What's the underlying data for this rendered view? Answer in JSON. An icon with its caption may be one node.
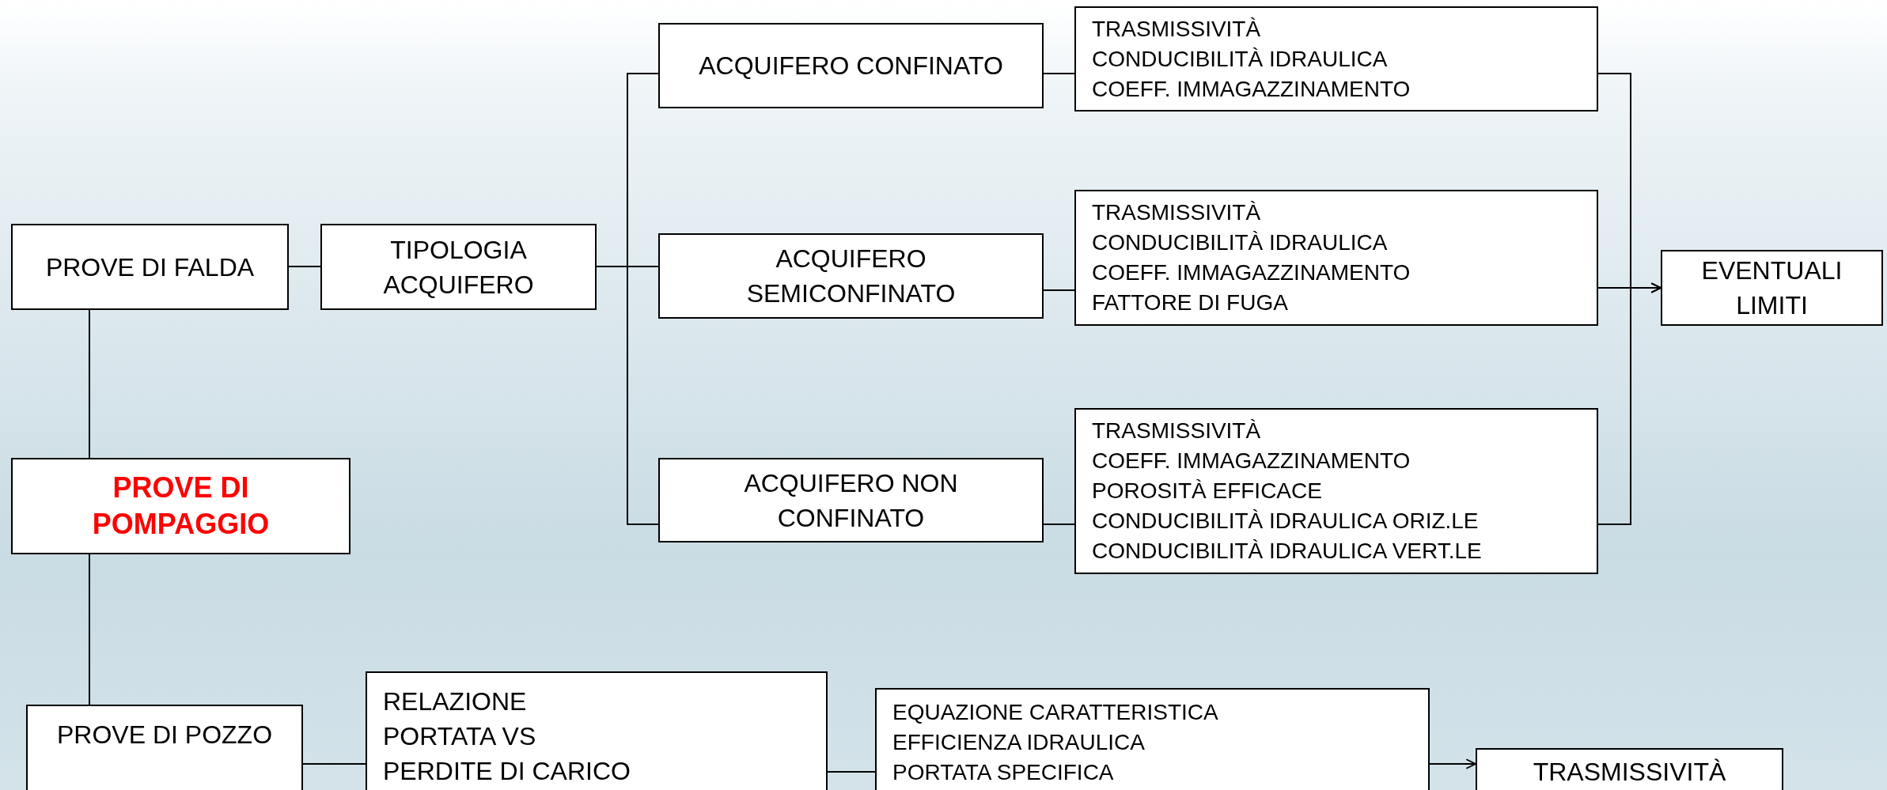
{
  "diagram": {
    "nodes": [
      {
        "text": [
          "PROVE DI FALDA"
        ]
      },
      {
        "text": [
          "TIPOLOGIA ACQUIFERO"
        ]
      },
      {
        "text": [
          "PROVE DI POMPAGGIO"
        ]
      },
      {
        "text": [
          "ACQUIFERO CONFINATO"
        ]
      },
      {
        "text": [
          "TRASMISSIVITÀ",
          "CONDUCIBILITÀ IDRAULICA",
          "COEFF. IMMAGAZZINAMENTO"
        ]
      },
      {
        "text": [
          "ACQUIFERO SEMICONFINATO"
        ]
      },
      {
        "text": [
          "TRASMISSIVITÀ",
          "CONDUCIBILITÀ IDRAULICA",
          "COEFF. IMMAGAZZINAMENTO",
          "FATTORE DI FUGA"
        ]
      },
      {
        "text": [
          "EVENTUALI LIMITI"
        ]
      },
      {
        "text": [
          "ACQUIFERO NON CONFINATO"
        ]
      },
      {
        "text": [
          "TRASMISSIVITÀ",
          "COEFF. IMMAGAZZINAMENTO",
          "POROSITÀ EFFICACE",
          "CONDUCIBILITÀ IDRAULICA ORIZ.LE",
          "CONDUCIBILITÀ IDRAULICA VERT.LE"
        ]
      },
      {
        "text": [
          "PROVE DI POZZO"
        ]
      },
      {
        "text": [
          "RELAZIONE",
          "PORTATA VS",
          "PERDITE DI CARICO"
        ]
      },
      {
        "text": [
          "EQUAZIONE CARATTERISTICA",
          "EFFICIENZA IDRAULICA",
          "PORTATA SPECIFICA"
        ]
      },
      {
        "text": [
          "TRASMISSIVITÀ"
        ]
      }
    ],
    "edges": [
      {
        "from": 0,
        "to": 1,
        "arrow": "none"
      },
      {
        "from": 1,
        "to": 3,
        "arrow": "none"
      },
      {
        "from": 1,
        "to": 5,
        "arrow": "none"
      },
      {
        "from": 1,
        "to": 8,
        "arrow": "none"
      },
      {
        "from": 3,
        "to": 4,
        "arrow": "none"
      },
      {
        "from": 5,
        "to": 6,
        "arrow": "none"
      },
      {
        "from": 8,
        "to": 9,
        "arrow": "none"
      },
      {
        "from": 4,
        "to": 7,
        "arrow": "to"
      },
      {
        "from": 6,
        "to": 7,
        "arrow": "to"
      },
      {
        "from": 9,
        "to": 7,
        "arrow": "to"
      },
      {
        "from": 0,
        "to": 2,
        "arrow": "none"
      },
      {
        "from": 2,
        "to": 10,
        "arrow": "none"
      },
      {
        "from": 10,
        "to": 11,
        "arrow": "none"
      },
      {
        "from": 11,
        "to": 12,
        "arrow": "none"
      },
      {
        "from": 12,
        "to": 13,
        "arrow": "to"
      }
    ]
  }
}
